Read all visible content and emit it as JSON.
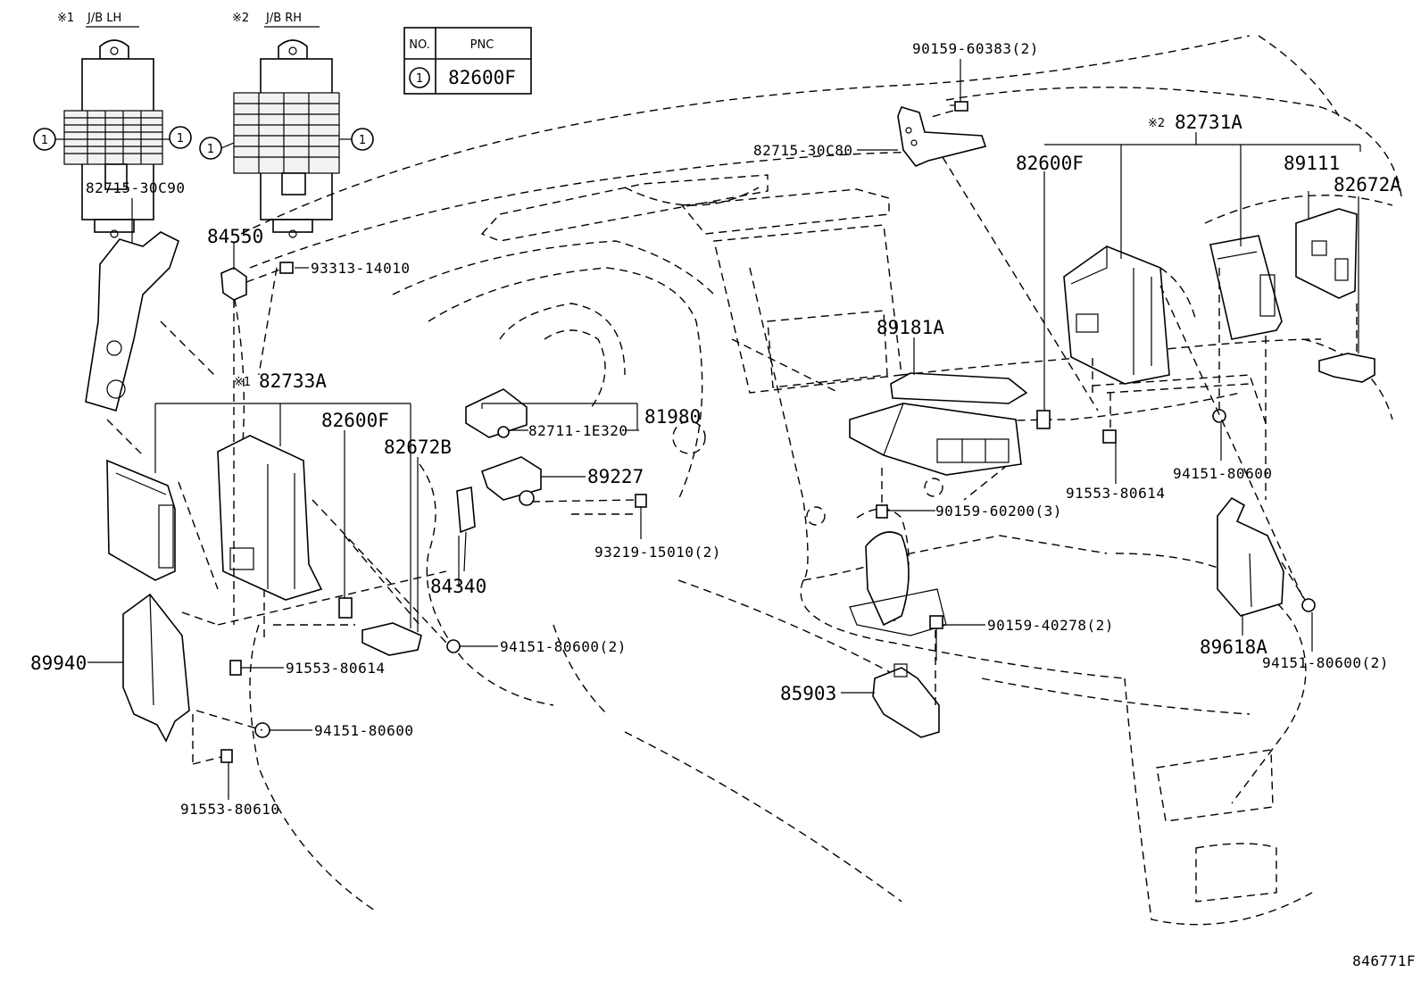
{
  "table": {
    "col_no": "NO.",
    "col_pnc": "PNC",
    "row_no": "1",
    "row_pnc": "82600F"
  },
  "jb_lh": {
    "mark": "※1",
    "label": "J/B LH"
  },
  "jb_rh": {
    "mark": "※2",
    "label": "J/B RH"
  },
  "callout": "1",
  "parts": {
    "p90159_60383": "90159-60383(2)",
    "p82715_30C80": "82715-30C80",
    "p82731A_mark": "※2",
    "p82731A": "82731A",
    "p82600F_r": "82600F",
    "p89111": "89111",
    "p82672A": "82672A",
    "p84550": "84550",
    "p93313_14010": "93313-14010",
    "p82715_30C90": "82715-30C90",
    "p89181A": "89181A",
    "p82733A_mark": "※1",
    "p82733A": "82733A",
    "p82600F_l": "82600F",
    "p82672B": "82672B",
    "p82711_1E320": "82711-1E320",
    "p81980": "81980",
    "p89227": "89227",
    "p93219_15010": "93219-15010(2)",
    "p84340": "84340",
    "p90159_60200": "90159-60200(3)",
    "p91553_80614_r": "91553-80614",
    "p94151_80600_r": "94151-80600",
    "p89618A": "89618A",
    "p94151_80600_2r": "94151-80600(2)",
    "p90159_40278": "90159-40278(2)",
    "p85903": "85903",
    "p94151_80600_2l": "94151-80600(2)",
    "p91553_80614_l": "91553-80614",
    "p89940": "89940",
    "p94151_80600_l": "94151-80600",
    "p91553_80610": "91553-80610",
    "ref": "846771F"
  }
}
